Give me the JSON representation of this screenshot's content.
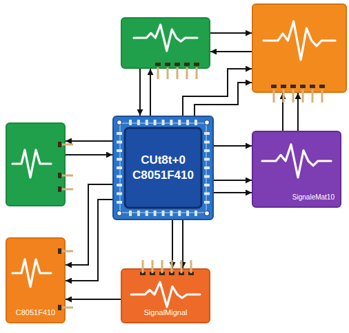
{
  "diagram": {
    "nodes": [
      {
        "text": []
      },
      {
        "text": []
      },
      {
        "text": []
      },
      {
        "text": [
          "CUt8t+0",
          "C8051F410"
        ]
      },
      {
        "text": [
          "SignaleMat10"
        ]
      },
      {
        "text": [
          "C8051F410"
        ]
      },
      {
        "text": [
          "SignalMignal"
        ]
      }
    ],
    "edges": [
      {
        "from": 0,
        "to": 3,
        "arrow": "to"
      },
      {
        "from": 3,
        "to": 0,
        "arrow": "to"
      },
      {
        "from": 0,
        "to": 1,
        "arrow": "to"
      },
      {
        "from": 1,
        "to": 0,
        "arrow": "to"
      },
      {
        "from": 3,
        "to": 1,
        "arrow": "to"
      },
      {
        "from": 3,
        "to": 1,
        "arrow": "to"
      },
      {
        "from": 4,
        "to": 1,
        "arrow": "to"
      },
      {
        "from": 4,
        "to": 1,
        "arrow": "to"
      },
      {
        "from": 3,
        "to": 4,
        "arrow": "to"
      },
      {
        "from": 3,
        "to": 4,
        "arrow": "to"
      },
      {
        "from": 3,
        "to": 4,
        "arrow": "to"
      },
      {
        "from": 3,
        "to": 2,
        "arrow": "to"
      },
      {
        "from": 2,
        "to": 3,
        "arrow": "to"
      },
      {
        "from": 3,
        "to": 5,
        "arrow": "to"
      },
      {
        "from": 3,
        "to": 5,
        "arrow": "to"
      },
      {
        "from": 6,
        "to": 5,
        "arrow": "to"
      },
      {
        "from": 3,
        "to": 6,
        "arrow": "to"
      },
      {
        "from": 3,
        "to": 6,
        "arrow": "to"
      }
    ]
  }
}
